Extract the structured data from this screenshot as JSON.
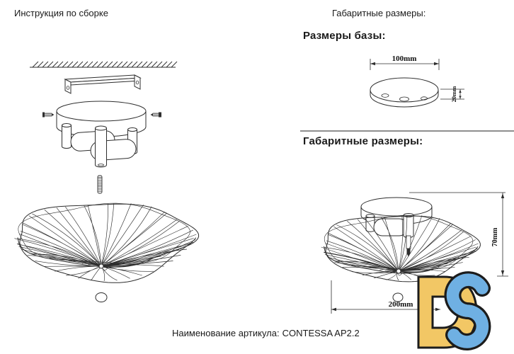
{
  "document": {
    "assembly_title": "Инструкция по сборке",
    "overall_dimensions_label": "Габаритные размеры:",
    "base_dimensions_heading": "Размеры базы:",
    "overall_dimensions_heading": "Габаритные размеры:",
    "article": {
      "label": "Наименование артикула:",
      "value": "CONTESSA AP2.2"
    }
  },
  "dimensions": {
    "base_diameter": "100mm",
    "base_thickness": "20mm",
    "fixture_height": "70mm",
    "fixture_diameter": "200mm"
  },
  "logo": {
    "text": "DS",
    "d_color": "#F2C765",
    "s_color": "#6FB0E3",
    "outline_color": "#1c1c1c"
  }
}
